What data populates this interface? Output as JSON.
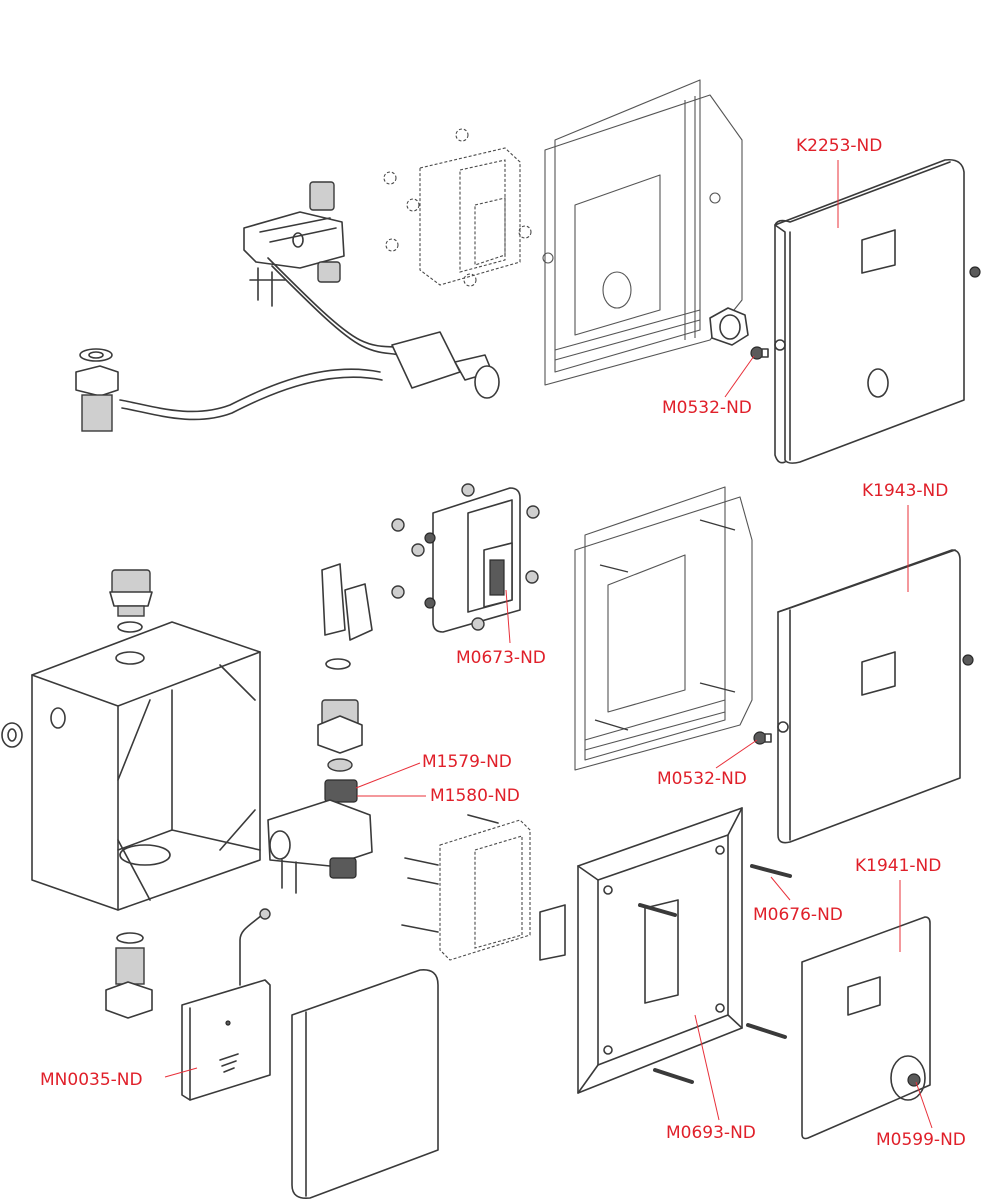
{
  "diagram": {
    "type": "exploded-parts-view",
    "label_color": "#e0202a",
    "line_color": "#3a3a3a",
    "parts": [
      {
        "id": "k2253",
        "label": "K2253-ND",
        "points_to": "cover-plate-top"
      },
      {
        "id": "m0532a",
        "label": "M0532-ND",
        "points_to": "screw-top"
      },
      {
        "id": "k1943",
        "label": "K1943-ND",
        "points_to": "cover-plate-middle"
      },
      {
        "id": "m0673",
        "label": "M0673-ND",
        "points_to": "electronics-module"
      },
      {
        "id": "m1579",
        "label": "M1579-ND",
        "points_to": "valve-fitting-upper"
      },
      {
        "id": "m1580",
        "label": "M1580-ND",
        "points_to": "valve-fitting-lower"
      },
      {
        "id": "m0532b",
        "label": "M0532-ND",
        "points_to": "screw-middle"
      },
      {
        "id": "m0676",
        "label": "M0676-ND",
        "points_to": "mounting-screw"
      },
      {
        "id": "k1941",
        "label": "K1941-ND",
        "points_to": "cover-plate-bottom"
      },
      {
        "id": "mn0035",
        "label": "MN0035-ND",
        "points_to": "battery-box"
      },
      {
        "id": "m0693",
        "label": "M0693-ND",
        "points_to": "mounting-frame"
      },
      {
        "id": "m0599",
        "label": "M0599-ND",
        "points_to": "push-button"
      }
    ]
  }
}
